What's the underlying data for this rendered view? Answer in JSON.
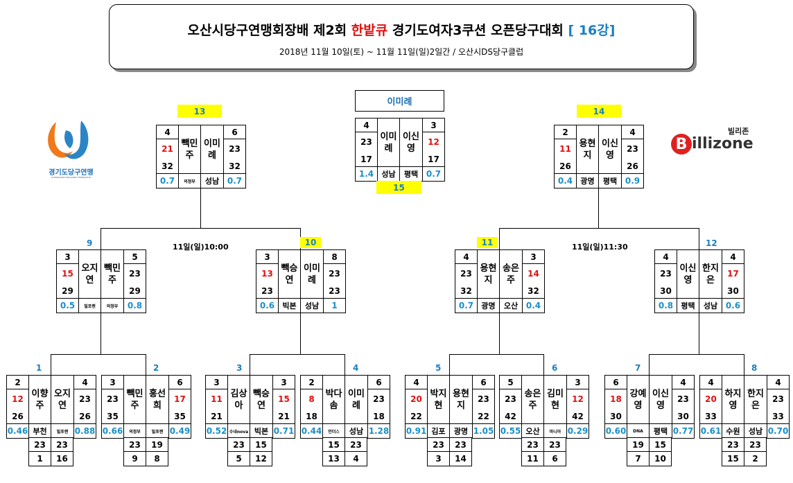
{
  "header": {
    "title_pre": "오산시당구연맹회장배  제2회 ",
    "title_brand": "한밭큐",
    "title_mid": " 경기도여자3쿠션 오픈당구대회 ",
    "title_round": "[ 16강]",
    "subtitle": "2018년 11월 10일(토) ~ 11월 11일(일)2일간 / 오산시DS당구클럽"
  },
  "logos": {
    "left_text": "경기도당구연맹",
    "left_sub": "GYEONGGIDO BILLIARDS FEDERATION",
    "right_text": "illizone",
    "right_initial": "B",
    "right_kor": "빌리존"
  },
  "times": {
    "left": "11일(일)10:00",
    "right": "11일(일)11:30"
  },
  "final": {
    "winner": "이미례"
  },
  "matches": {
    "m1": {
      "no": "1",
      "L": {
        "name": "이향주",
        "club": "부천",
        "i": "2",
        "s": "12",
        "t": "26",
        "a": "0.46"
      },
      "R": {
        "name": "오지연",
        "club": "빌포랜",
        "i": "4",
        "s": "23",
        "t": "26",
        "a": "0.88"
      },
      "b": [
        "23",
        "23"
      ],
      "c": [
        "1",
        "16"
      ]
    },
    "m2": {
      "no": "2",
      "L": {
        "name": "빽민주",
        "club": "의정부",
        "i": "3",
        "s": "23",
        "t": "35",
        "a": "0.66"
      },
      "R": {
        "name": "홍선희",
        "club": "빌포랜",
        "i": "6",
        "s": "17",
        "t": "35",
        "a": "0.49"
      },
      "b": [
        "23",
        "19"
      ],
      "c": [
        "9",
        "8"
      ]
    },
    "m3": {
      "no": "3",
      "L": {
        "name": "김상아",
        "club": "수내nova",
        "i": "3",
        "s": "11",
        "t": "21",
        "a": "0.52"
      },
      "R": {
        "name": "빽승연",
        "club": "빅본",
        "i": "3",
        "s": "15",
        "t": "21",
        "a": "0.71"
      },
      "b": [
        "23",
        "15"
      ],
      "c": [
        "5",
        "12"
      ]
    },
    "m4": {
      "no": "4",
      "L": {
        "name": "박다솜",
        "club": "언더스",
        "i": "2",
        "s": "8",
        "t": "18",
        "a": "0.44"
      },
      "R": {
        "name": "이미례",
        "club": "성남",
        "i": "6",
        "s": "23",
        "t": "18",
        "a": "1.28"
      },
      "b": [
        "15",
        "23"
      ],
      "c": [
        "13",
        "4"
      ]
    },
    "m5": {
      "no": "5",
      "L": {
        "name": "박지현",
        "club": "김포",
        "i": "4",
        "s": "20",
        "t": "22",
        "a": "0.91"
      },
      "R": {
        "name": "용현지",
        "club": "광명",
        "i": "6",
        "s": "23",
        "t": "22",
        "a": "1.05"
      },
      "b": [
        "23",
        "23"
      ],
      "c": [
        "3",
        "14"
      ]
    },
    "m6": {
      "no": "6",
      "L": {
        "name": "송은주",
        "club": "오산",
        "i": "5",
        "s": "23",
        "t": "42",
        "a": "0.55"
      },
      "R": {
        "name": "김미현",
        "club": "마니아",
        "i": "3",
        "s": "12",
        "t": "42",
        "a": "0.29"
      },
      "b": [
        "23",
        "23"
      ],
      "c": [
        "11",
        "6"
      ]
    },
    "m7": {
      "no": "7",
      "L": {
        "name": "강예영",
        "club": "DNA",
        "i": "6",
        "s": "18",
        "t": "30",
        "a": "0.60"
      },
      "R": {
        "name": "이신영",
        "club": "평택",
        "i": "4",
        "s": "23",
        "t": "30",
        "a": "0.77"
      },
      "b": [
        "19",
        "15"
      ],
      "c": [
        "7",
        "10"
      ]
    },
    "m8": {
      "no": "8",
      "L": {
        "name": "하지영",
        "club": "수원",
        "i": "4",
        "s": "20",
        "t": "33",
        "a": "0.61"
      },
      "R": {
        "name": "한지은",
        "club": "성남",
        "i": "4",
        "s": "23",
        "t": "33",
        "a": "0.70"
      },
      "b": [
        "23",
        "23"
      ],
      "c": [
        "15",
        "2"
      ]
    },
    "m9": {
      "no": "9",
      "L": {
        "name": "오지연",
        "club": "빌포랜",
        "i": "3",
        "s": "15",
        "t": "29",
        "a": "0.5"
      },
      "R": {
        "name": "빽민주",
        "club": "의정부",
        "i": "5",
        "s": "23",
        "t": "29",
        "a": "0.8"
      }
    },
    "m10": {
      "no": "10",
      "L": {
        "name": "빽승연",
        "club": "빅본",
        "i": "3",
        "s": "13",
        "t": "23",
        "a": "0.6"
      },
      "R": {
        "name": "이미례",
        "club": "성남",
        "i": "8",
        "s": "23",
        "t": "23",
        "a": "1"
      }
    },
    "m11": {
      "no": "11",
      "L": {
        "name": "용현지",
        "club": "광명",
        "i": "4",
        "s": "23",
        "t": "32",
        "a": "0.7"
      },
      "R": {
        "name": "송은주",
        "club": "오산",
        "i": "3",
        "s": "14",
        "t": "32",
        "a": "0.4"
      }
    },
    "m12": {
      "no": "12",
      "L": {
        "name": "이신영",
        "club": "평택",
        "i": "4",
        "s": "23",
        "t": "30",
        "a": "0.8"
      },
      "R": {
        "name": "한지은",
        "club": "성남",
        "i": "4",
        "s": "17",
        "t": "30",
        "a": "0.6"
      }
    },
    "m13": {
      "no": "13",
      "L": {
        "name": "빽민주",
        "club": "의정부",
        "i": "4",
        "s": "21",
        "t": "32",
        "a": "0.7"
      },
      "R": {
        "name": "이미례",
        "club": "성남",
        "i": "6",
        "s": "23",
        "t": "32",
        "a": "0.7"
      }
    },
    "m14": {
      "no": "14",
      "L": {
        "name": "용현지",
        "club": "광명",
        "i": "2",
        "s": "11",
        "t": "26",
        "a": "0.4"
      },
      "R": {
        "name": "이신영",
        "club": "평택",
        "i": "4",
        "s": "23",
        "t": "26",
        "a": "0.9"
      }
    },
    "m15": {
      "no": "15",
      "L": {
        "name": "이미례",
        "club": "성남",
        "i": "4",
        "s": "23",
        "t": "17",
        "a": "1.4"
      },
      "R": {
        "name": "이신영",
        "club": "평택",
        "i": "3",
        "s": "12",
        "t": "17",
        "a": "0.7"
      }
    }
  },
  "colors": {
    "red": "#e01010",
    "blue": "#1a7fc0",
    "yellow": "#ffff00"
  }
}
